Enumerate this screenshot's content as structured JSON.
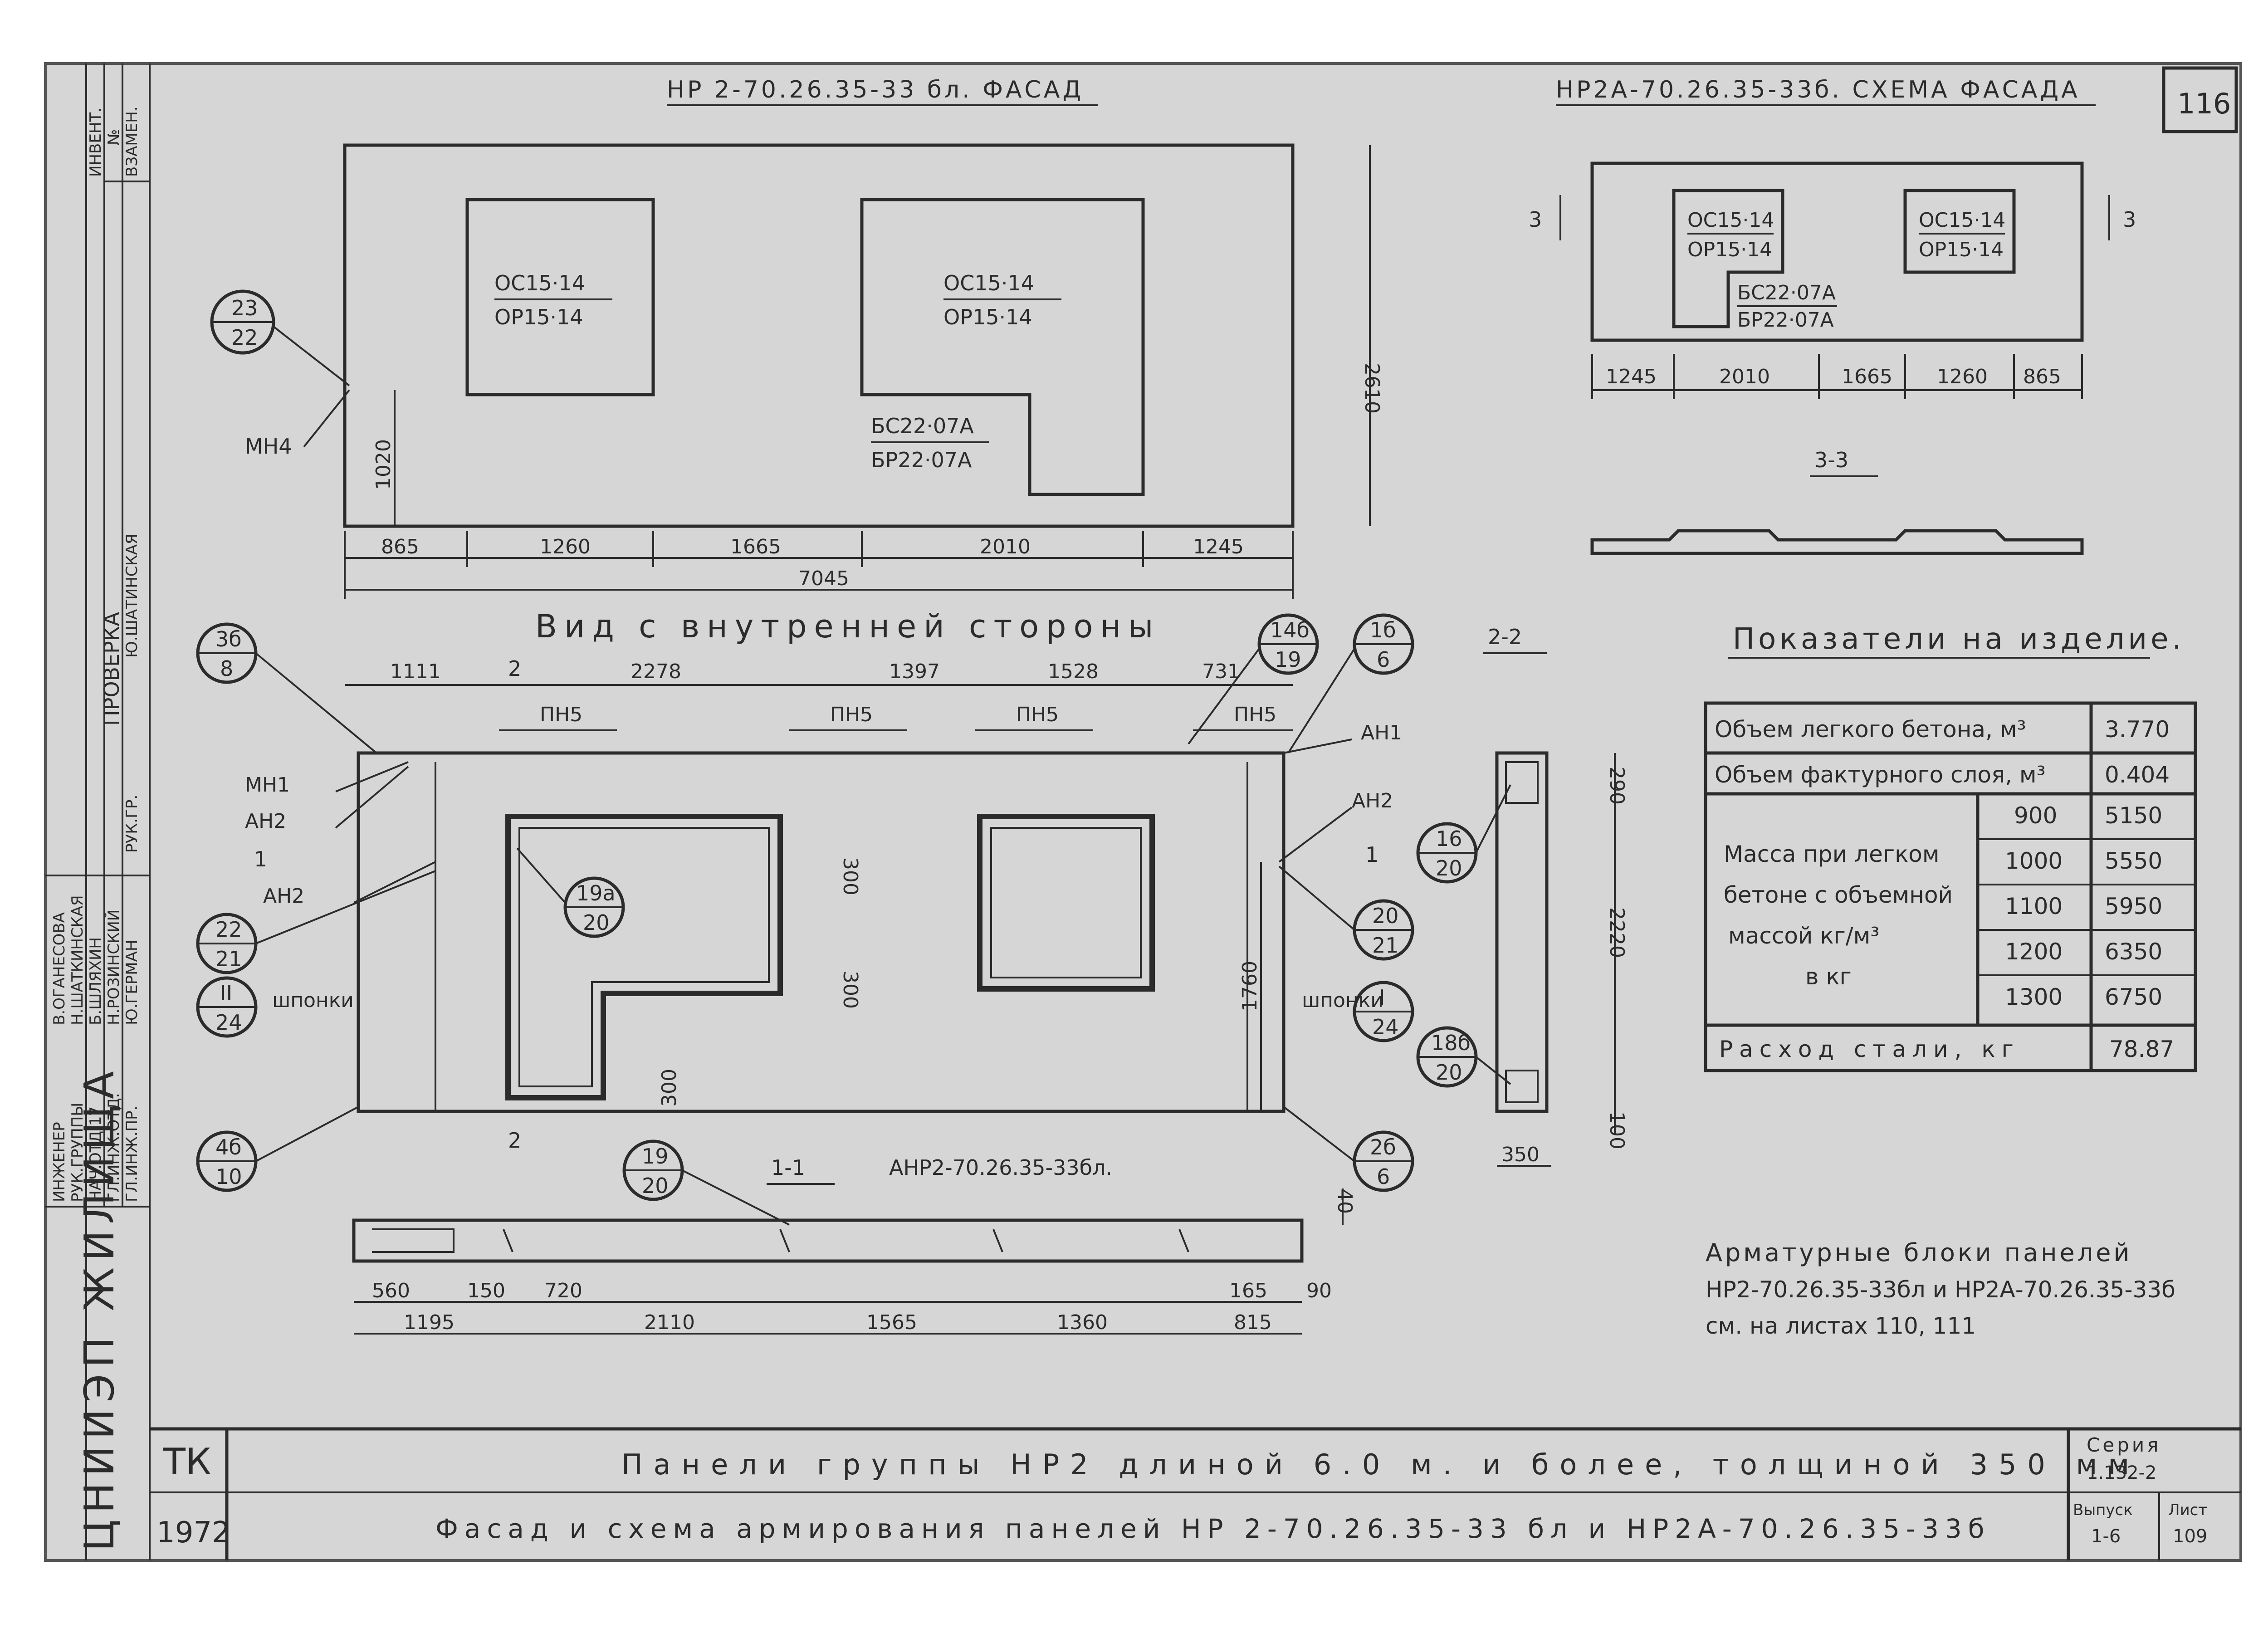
{
  "sheet_number": "116",
  "titles": {
    "facade": "НР 2-70.26.35-33 бл. ФАСАД",
    "scheme": "НР2А-70.26.35-33б. СХЕМА ФАСАДА",
    "inner": "Вид с внутренней стороны",
    "section_22": "2-2",
    "section_33": "3-3",
    "section_11": "1-1",
    "anr": "АНР2-70.26.35-33бл."
  },
  "facade": {
    "win1": [
      "ОС15·14",
      "ОР15·14"
    ],
    "win2": [
      "ОС15·14",
      "ОР15·14"
    ],
    "door": [
      "БС22·07А",
      "БР22·07А"
    ],
    "callout": [
      "23",
      "22"
    ],
    "mark": "МН4",
    "dims": [
      "865",
      "1260",
      "1665",
      "2010",
      "1245"
    ],
    "total": "7045",
    "height": "2610",
    "sill": "1020"
  },
  "scheme": {
    "win1": [
      "ОС15·14",
      "ОР15·14"
    ],
    "win2": [
      "ОС15·14",
      "ОР15·14"
    ],
    "door": [
      "БС22·07А",
      "БР22·07А"
    ],
    "dims": [
      "1245",
      "2010",
      "1665",
      "1260",
      "865"
    ],
    "cut": "3"
  },
  "inner": {
    "top_dims": [
      "1111",
      "2278",
      "1397",
      "1528",
      "731"
    ],
    "cut": "2",
    "pn": [
      "ПН5",
      "ПН5",
      "ПН5",
      "ПН5"
    ],
    "labels": [
      "МН1",
      "АН2",
      "АН2",
      "АН1",
      "АН2",
      "шпонки",
      "шпонки"
    ],
    "sect": "1",
    "callouts": [
      [
        "3б",
        "8"
      ],
      [
        "14б",
        "19"
      ],
      [
        "1б",
        "6"
      ],
      [
        "22",
        "21"
      ],
      [
        "II",
        "24"
      ],
      [
        "4б",
        "10"
      ],
      [
        "19а",
        "20"
      ],
      [
        "20",
        "21"
      ],
      [
        "I",
        "24"
      ],
      [
        "2б",
        "6"
      ],
      [
        "19",
        "20"
      ]
    ],
    "dims_v": [
      "300",
      "300",
      "300",
      "1760"
    ]
  },
  "section22": {
    "dims": [
      "290",
      "2220",
      "100",
      "350"
    ],
    "callouts": [
      [
        "16",
        "20"
      ],
      [
        "18б",
        "20"
      ]
    ]
  },
  "section11": {
    "dims_top": [
      "560",
      "150",
      "720",
      "165",
      "90"
    ],
    "dims_bottom": [
      "1195",
      "2110",
      "1565",
      "1360",
      "815"
    ],
    "dim_40": "40"
  },
  "indicators": {
    "heading": "Показатели на изделие.",
    "rows": [
      {
        "label": "Объем легкого бетона, м³",
        "value": "3.770"
      },
      {
        "label": "Объем фактурного слоя, м³",
        "value": "0.404"
      }
    ],
    "mass_label": [
      "Масса при легком",
      "бетоне с объемной",
      "массой кг/м³",
      "в кг"
    ],
    "mass_rows": [
      {
        "density": "900",
        "mass": "5150"
      },
      {
        "density": "1000",
        "mass": "5550"
      },
      {
        "density": "1100",
        "mass": "5950"
      },
      {
        "density": "1200",
        "mass": "6350"
      },
      {
        "density": "1300",
        "mass": "6750"
      }
    ],
    "steel": {
      "label": "Расход стали, кг",
      "value": "78.87"
    }
  },
  "note": [
    "Арматурные блоки панелей",
    "НР2-70.26.35-33бл и НР2А-70.26.35-33б",
    "см. на листах 110, 111"
  ],
  "title_block": {
    "tk": "ТК",
    "year": "1972",
    "line1": "Панели группы НР2 длиной 6.0 м. и более, толщиной 350 мм",
    "line2": "Фасад и схема армирования панелей НР 2-70.26.35-33 бл и НР2А-70.26.35-33б",
    "series_label": "Серия",
    "series": "1.132-2",
    "issue_label": "Выпуск",
    "issue": "1-6",
    "sheet_label": "Лист",
    "sheet": "109"
  },
  "left_strip": {
    "org": "ЦНИИЭП ЖИЛИЩА",
    "check_header": "ПРОВЕРКА",
    "inv": [
      "ИНВЕНТ.",
      "№",
      "ВЗАМЕН."
    ],
    "roles": [
      "НАЧ.ОТД.17",
      "ГЛ.ИНЖ.ОТД.",
      "ГЛ.ИНЖ.ПР.",
      "РУК.ГРУППЫ",
      "ИНЖЕНЕР"
    ],
    "names": [
      "Б.ШЛЯХИН",
      "Н.РОЗИНСКИЙ",
      "Ю.ГЕРМАН",
      "Н.ШАТКИНСКАЯ",
      "В.ОГАНЕСОВА"
    ],
    "check": [
      "РУК.ГР.",
      "Ю.ШАТИНСКАЯ"
    ]
  }
}
